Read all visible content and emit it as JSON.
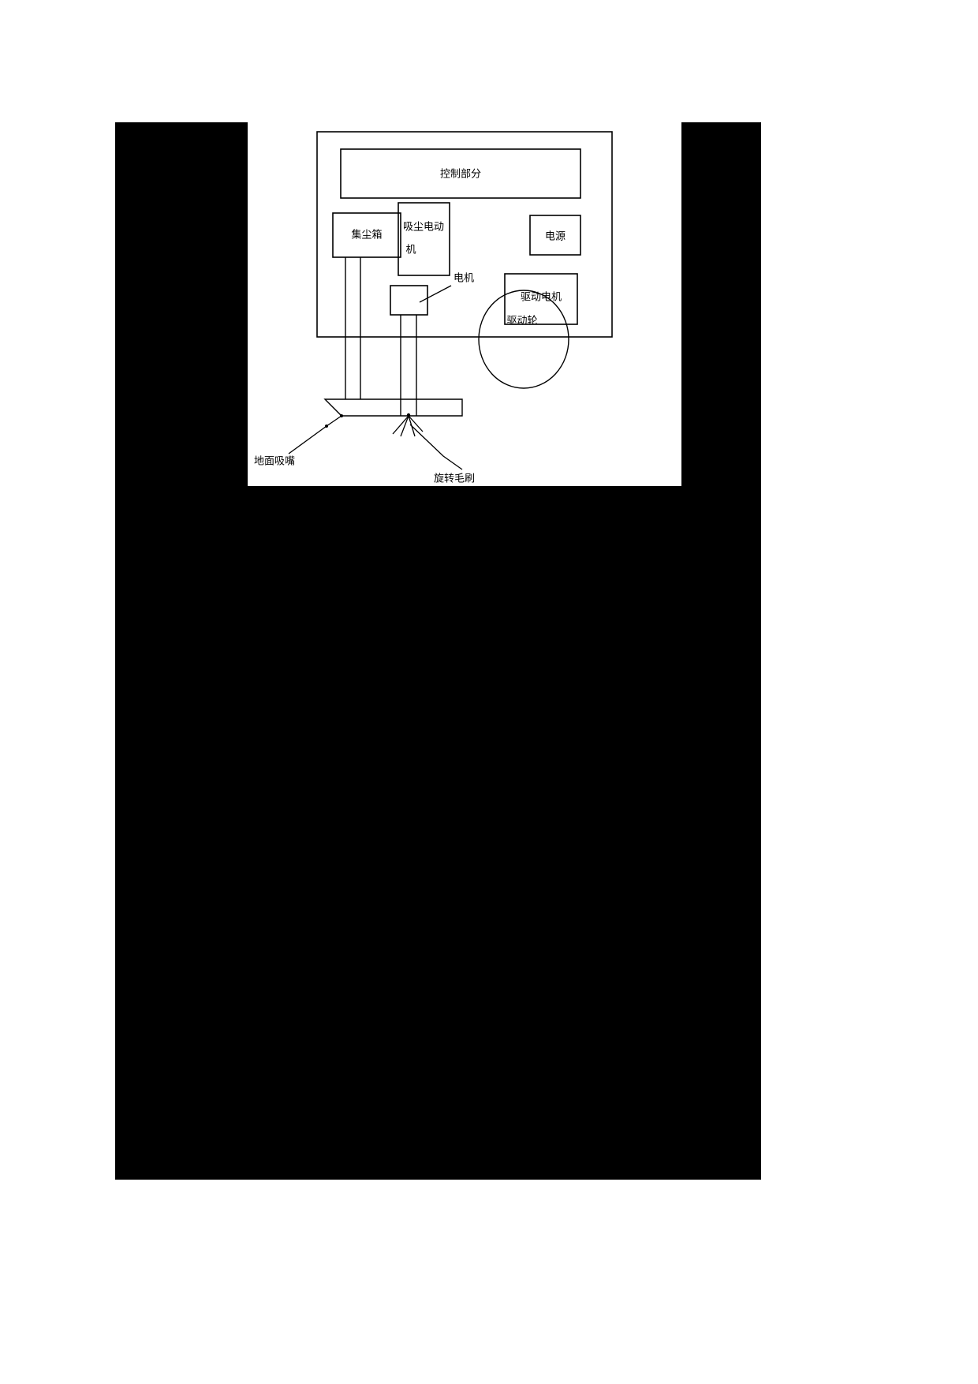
{
  "page": {
    "background_color": "#ffffff",
    "redaction_color": "#000000"
  },
  "figure": {
    "panel_background": "#ffffff",
    "stroke_color": "#000000",
    "title": "",
    "boxes": [
      {
        "id": "control",
        "label": "控制部分"
      },
      {
        "id": "dust-box",
        "label": "集尘箱"
      },
      {
        "id": "vacuum-motor",
        "label": "吸尘电动机"
      },
      {
        "id": "power-supply",
        "label": "电源"
      },
      {
        "id": "drive-motor",
        "label": "驱动电机"
      },
      {
        "id": "small-motor",
        "label": ""
      }
    ],
    "callouts": [
      {
        "id": "motor",
        "label": "电机"
      },
      {
        "id": "drive-wheel",
        "label": "驱动轮"
      },
      {
        "id": "floor-nozzle",
        "label": "地面吸嘴"
      },
      {
        "id": "rotating-brush",
        "label": "旋转毛刷"
      }
    ]
  }
}
